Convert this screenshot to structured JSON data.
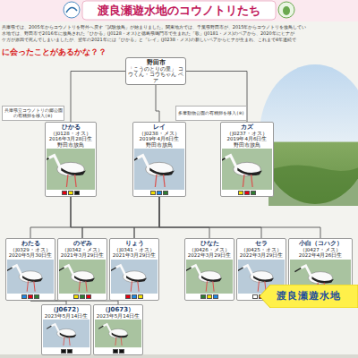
{
  "diagram": {
    "title": "渡良瀬遊水地のコウノトリたち",
    "nodes": [
      {
        "text": [
          "野田市",
          "「こうのとりの里」 コウくん・コウちゃん ペア"
        ]
      },
      {
        "text": [
          "兵庫県立コウノトリの郷公園の有精卵を移入(※)"
        ]
      },
      {
        "text": [
          "多摩動物公園の有精卵を移入(※)"
        ]
      },
      {
        "text": [
          "ひかる",
          "（J0128・オス）",
          "2016年3月28日生",
          "野田市放鳥"
        ]
      },
      {
        "text": [
          "レイ",
          "（J0238・メス）",
          "2019年4月6日生",
          "野田市放鳥"
        ]
      },
      {
        "text": [
          "カズ",
          "（J0237・オス）",
          "2019年4月6日生",
          "野田市放鳥"
        ]
      },
      {
        "text": [
          "わたる",
          "（J0329・オス）",
          "2020年5月30日生"
        ]
      },
      {
        "text": [
          "のぞみ",
          "（J0342・メス）",
          "2021年3月29日生"
        ]
      },
      {
        "text": [
          "りょう",
          "（J0341・オス）",
          "2021年3月29日生"
        ]
      },
      {
        "text": [
          "ひなた",
          "（J0426・メス）",
          "2022年3月29日生"
        ]
      },
      {
        "text": [
          "セラ",
          "（J0425・オス）",
          "2022年3月29日生"
        ]
      },
      {
        "text": [
          "小白（コハク）",
          "（J0427・メス）",
          "2022年4月26日生"
        ]
      },
      {
        "text": [
          "（J0672）",
          "2023年5月14日生"
        ]
      },
      {
        "text": [
          "（J0673）",
          "2023年5月14日生"
        ]
      },
      {
        "text": [
          "渡良瀬遊水地"
        ]
      }
    ],
    "edges": [
      {
        "from": 0,
        "to": 3,
        "arrow": "none"
      },
      {
        "from": 0,
        "to": 4,
        "arrow": "none"
      },
      {
        "from": 0,
        "to": 5,
        "arrow": "none"
      },
      {
        "from": 3,
        "to": 6,
        "arrow": "none"
      },
      {
        "from": 3,
        "to": 7,
        "arrow": "none"
      },
      {
        "from": 3,
        "to": 8,
        "arrow": "none"
      },
      {
        "from": 4,
        "to": 7,
        "arrow": "none"
      },
      {
        "from": 4,
        "to": 8,
        "arrow": "none"
      },
      {
        "from": 4,
        "to": 9,
        "arrow": "none"
      },
      {
        "from": 4,
        "to": 10,
        "arrow": "none"
      },
      {
        "from": 4,
        "to": 11,
        "arrow": "none"
      },
      {
        "from": 6,
        "to": 12,
        "arrow": "none"
      },
      {
        "from": 6,
        "to": 13,
        "arrow": "none"
      }
    ],
    "labels": [
      "兵庫県では、2005年からコウノトリを野外へ戻す「試験放鳥」が始まりました。関東地方では、千葉県野田市が、2015年からコウノトリを放鳥してい",
      "水地では、野田市で2016年に放鳥された「ひかる」(J0128・オス)と徳島県鳴門市で生まれた「歌」(J0181・メス)のペアから、2020年にヒナが",
      "ケガが原因で死んでしまいましたが、翌年の2021年には「ひかる」と「レイ」(J0238・メス)の新しいペアからヒナが生まれ、これまで4年連続で",
      "に会ったことがあるかな？？"
    ]
  }
}
